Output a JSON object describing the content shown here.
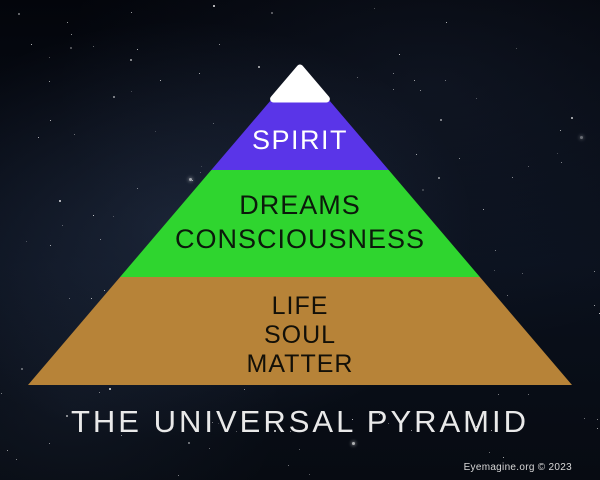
{
  "title": "THE UNIVERSAL PYRAMID",
  "credit": "Eyemagine.org © 2023",
  "colors": {
    "sky_dark": "#03050b",
    "title_text": "#e9e9e9",
    "credit_text": "#d8d8d8"
  },
  "pyramid": {
    "tip_color": "#ffffff",
    "layers": [
      {
        "name": "spirit",
        "color": "#5a35e8",
        "text_color": "#ffffff",
        "lines": [
          "SPIRIT"
        ]
      },
      {
        "name": "dreams-consciousness",
        "color": "#2fd52f",
        "text_color": "#0b1a0b",
        "lines": [
          "DREAMS",
          "CONSCIOUSNESS"
        ]
      },
      {
        "name": "life-soul-matter",
        "color": "#b78338",
        "text_color": "#131008",
        "lines": [
          "LIFE",
          "SOUL",
          "MATTER"
        ]
      }
    ]
  }
}
